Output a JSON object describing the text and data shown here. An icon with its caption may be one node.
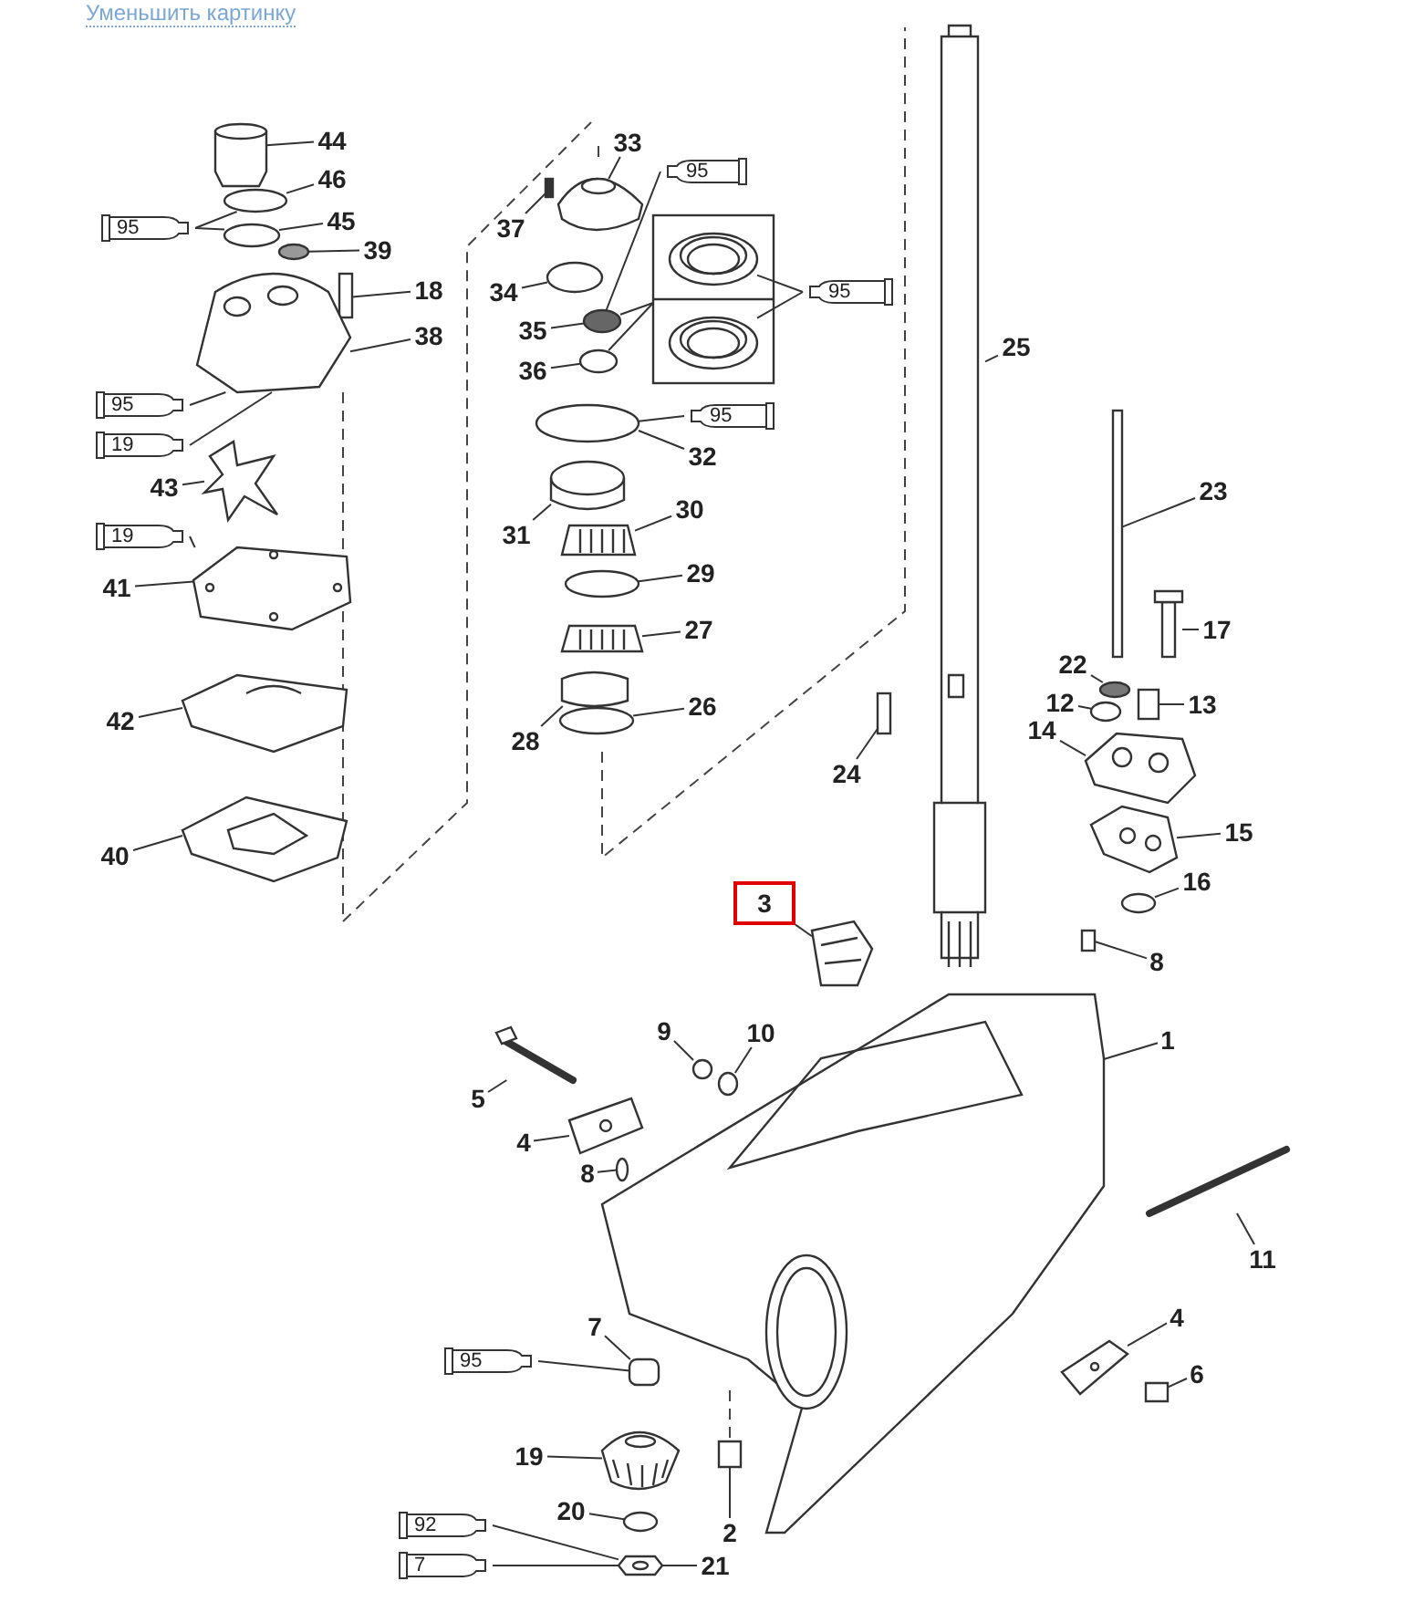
{
  "diagram": {
    "nodes": [
      {
        "text": [
          "44"
        ]
      },
      {
        "text": [
          "46"
        ]
      },
      {
        "text": [
          "45"
        ]
      },
      {
        "text": [
          "39"
        ]
      },
      {
        "text": [
          "18"
        ]
      },
      {
        "text": [
          "38"
        ]
      },
      {
        "text": [
          "43"
        ]
      },
      {
        "text": [
          "41"
        ]
      },
      {
        "text": [
          "42"
        ]
      },
      {
        "text": [
          "40"
        ]
      },
      {
        "text": [
          "33"
        ]
      },
      {
        "text": [
          "37"
        ]
      },
      {
        "text": [
          "34"
        ]
      },
      {
        "text": [
          "35"
        ]
      },
      {
        "text": [
          "36"
        ]
      },
      {
        "text": [
          "32"
        ]
      },
      {
        "text": [
          "31"
        ]
      },
      {
        "text": [
          "30"
        ]
      },
      {
        "text": [
          "29"
        ]
      },
      {
        "text": [
          "27"
        ]
      },
      {
        "text": [
          "28"
        ]
      },
      {
        "text": [
          "26"
        ]
      },
      {
        "text": [
          "25"
        ]
      },
      {
        "text": [
          "23"
        ]
      },
      {
        "text": [
          "17"
        ]
      },
      {
        "text": [
          "22"
        ]
      },
      {
        "text": [
          "12"
        ]
      },
      {
        "text": [
          "13"
        ]
      },
      {
        "text": [
          "14"
        ]
      },
      {
        "text": [
          "15"
        ]
      },
      {
        "text": [
          "16"
        ]
      },
      {
        "text": [
          "24"
        ]
      },
      {
        "text": [
          "3"
        ]
      },
      {
        "text": [
          "8"
        ]
      },
      {
        "text": [
          "1"
        ]
      },
      {
        "text": [
          "5"
        ]
      },
      {
        "text": [
          "9"
        ]
      },
      {
        "text": [
          "10"
        ]
      },
      {
        "text": [
          "4"
        ]
      },
      {
        "text": [
          "8"
        ]
      },
      {
        "text": [
          "11"
        ]
      },
      {
        "text": [
          "7"
        ]
      },
      {
        "text": [
          "4"
        ]
      },
      {
        "text": [
          "6"
        ]
      },
      {
        "text": [
          "19"
        ]
      },
      {
        "text": [
          "2"
        ]
      },
      {
        "text": [
          "20"
        ]
      },
      {
        "text": [
          "21"
        ]
      },
      {
        "text": [
          "95"
        ]
      },
      {
        "text": [
          "95"
        ]
      },
      {
        "text": [
          "95"
        ]
      },
      {
        "text": [
          "95"
        ]
      },
      {
        "text": [
          "95"
        ]
      },
      {
        "text": [
          "19"
        ]
      },
      {
        "text": [
          "19"
        ]
      },
      {
        "text": [
          "95"
        ]
      },
      {
        "text": [
          "92"
        ]
      },
      {
        "text": [
          "7"
        ]
      },
      {
        "text": [],
        "shape": "cylinder"
      },
      {
        "text": [],
        "shape": "circle"
      },
      {
        "text": [],
        "shape": "circle"
      },
      {
        "text": [],
        "shape": "circle"
      },
      {
        "text": [],
        "shape": "box"
      },
      {
        "text": [],
        "shape": "picture"
      },
      {
        "text": [],
        "shape": "picture"
      },
      {
        "text": [],
        "shape": "picture"
      },
      {
        "text": [],
        "shape": "picture"
      },
      {
        "text": [],
        "shape": "picture"
      },
      {
        "text": [],
        "shape": "picture"
      },
      {
        "text": [],
        "shape": "box"
      },
      {
        "text": [],
        "shape": "circle"
      },
      {
        "text": [],
        "shape": "circle"
      },
      {
        "text": [],
        "shape": "circle"
      },
      {
        "text": [],
        "shape": "circle"
      },
      {
        "text": [],
        "shape": "cylinder"
      },
      {
        "text": [],
        "shape": "picture"
      },
      {
        "text": [],
        "shape": "circle"
      },
      {
        "text": [],
        "shape": "picture"
      },
      {
        "text": [],
        "shape": "cylinder"
      },
      {
        "text": [],
        "shape": "circle"
      },
      {
        "text": [],
        "shape": "picture"
      },
      {
        "text": [],
        "shape": "bar"
      },
      {
        "text": [],
        "shape": "picture"
      },
      {
        "text": [],
        "shape": "circle"
      },
      {
        "text": [],
        "shape": "circle"
      },
      {
        "text": [],
        "shape": "box"
      },
      {
        "text": [],
        "shape": "picture"
      },
      {
        "text": [],
        "shape": "picture"
      },
      {
        "text": [],
        "shape": "circle"
      },
      {
        "text": [],
        "shape": "box"
      },
      {
        "text": [],
        "shape": "picture"
      },
      {
        "text": [],
        "shape": "box"
      },
      {
        "text": [],
        "shape": "picture"
      },
      {
        "text": [],
        "shape": "picture"
      },
      {
        "text": [],
        "shape": "circle"
      },
      {
        "text": [],
        "shape": "circle"
      },
      {
        "text": [],
        "shape": "picture"
      },
      {
        "text": [],
        "shape": "circle"
      },
      {
        "text": [],
        "shape": "bar"
      },
      {
        "text": [],
        "shape": "box"
      },
      {
        "text": [],
        "shape": "picture"
      },
      {
        "text": [],
        "shape": "box"
      },
      {
        "text": [],
        "shape": "picture"
      },
      {
        "text": [],
        "shape": "box"
      },
      {
        "text": [],
        "shape": "circle"
      },
      {
        "text": [],
        "shape": "picture"
      },
      {
        "text": [],
        "shape": "box"
      },
      {
        "text": [],
        "shape": "picture",
        "in": 106
      },
      {
        "text": [],
        "shape": "picture",
        "in": 106
      }
    ],
    "edges": [
      {
        "from": 0,
        "to": 58,
        "arrow": "none"
      },
      {
        "from": 1,
        "to": 59,
        "arrow": "none"
      },
      {
        "from": 2,
        "to": 60,
        "arrow": "none"
      },
      {
        "from": 3,
        "to": 61,
        "arrow": "none"
      },
      {
        "from": 4,
        "to": 62,
        "arrow": "none"
      },
      {
        "from": 5,
        "to": 63,
        "arrow": "none"
      },
      {
        "from": 6,
        "to": 64,
        "arrow": "none"
      },
      {
        "from": 7,
        "to": 65,
        "arrow": "none"
      },
      {
        "from": 8,
        "to": 66,
        "arrow": "none"
      },
      {
        "from": 9,
        "to": 67,
        "arrow": "none"
      },
      {
        "from": 10,
        "to": 68,
        "arrow": "none"
      },
      {
        "from": 11,
        "to": 69,
        "arrow": "none"
      },
      {
        "from": 12,
        "to": 70,
        "arrow": "none"
      },
      {
        "from": 13,
        "to": 71,
        "arrow": "none"
      },
      {
        "from": 14,
        "to": 72,
        "arrow": "none"
      },
      {
        "from": 15,
        "to": 73,
        "arrow": "none"
      },
      {
        "from": 16,
        "to": 74,
        "arrow": "none"
      },
      {
        "from": 17,
        "to": 75,
        "arrow": "none"
      },
      {
        "from": 18,
        "to": 76,
        "arrow": "none"
      },
      {
        "from": 19,
        "to": 77,
        "arrow": "none"
      },
      {
        "from": 20,
        "to": 78,
        "arrow": "none"
      },
      {
        "from": 21,
        "to": 79,
        "arrow": "none"
      },
      {
        "from": 22,
        "to": 80,
        "arrow": "none"
      },
      {
        "from": 23,
        "to": 81,
        "arrow": "none"
      },
      {
        "from": 24,
        "to": 82,
        "arrow": "none"
      },
      {
        "from": 25,
        "to": 83,
        "arrow": "none"
      },
      {
        "from": 26,
        "to": 84,
        "arrow": "none"
      },
      {
        "from": 27,
        "to": 85,
        "arrow": "none"
      },
      {
        "from": 28,
        "to": 86,
        "arrow": "none"
      },
      {
        "from": 29,
        "to": 87,
        "arrow": "none"
      },
      {
        "from": 30,
        "to": 88,
        "arrow": "none"
      },
      {
        "from": 31,
        "to": 89,
        "arrow": "none"
      },
      {
        "from": 32,
        "to": 90,
        "arrow": "none"
      },
      {
        "from": 33,
        "to": 91,
        "arrow": "none"
      },
      {
        "from": 34,
        "to": 92,
        "arrow": "none"
      },
      {
        "from": 35,
        "to": 93,
        "arrow": "none"
      },
      {
        "from": 36,
        "to": 94,
        "arrow": "none"
      },
      {
        "from": 37,
        "to": 95,
        "arrow": "none"
      },
      {
        "from": 38,
        "to": 96,
        "arrow": "none"
      },
      {
        "from": 39,
        "to": 97,
        "arrow": "none"
      },
      {
        "from": 40,
        "to": 98,
        "arrow": "none"
      },
      {
        "from": 41,
        "to": 99,
        "arrow": "none"
      },
      {
        "from": 42,
        "to": 100,
        "arrow": "none"
      },
      {
        "from": 43,
        "to": 101,
        "arrow": "none"
      },
      {
        "from": 44,
        "to": 102,
        "arrow": "none"
      },
      {
        "from": 45,
        "to": 103,
        "arrow": "none"
      },
      {
        "from": 46,
        "to": 104,
        "arrow": "none"
      },
      {
        "from": 47,
        "to": 105,
        "arrow": "none"
      },
      {
        "from": 48,
        "to": 59,
        "arrow": "none"
      },
      {
        "from": 48,
        "to": 60,
        "arrow": "none"
      },
      {
        "from": 49,
        "to": 71,
        "arrow": "none"
      },
      {
        "from": 50,
        "to": 107,
        "arrow": "none"
      },
      {
        "from": 50,
        "to": 108,
        "arrow": "none"
      },
      {
        "from": 51,
        "to": 73,
        "arrow": "none"
      },
      {
        "from": 52,
        "to": 63,
        "arrow": "none"
      },
      {
        "from": 53,
        "to": 63,
        "arrow": "none"
      },
      {
        "from": 54,
        "to": 65,
        "arrow": "none"
      },
      {
        "from": 55,
        "to": 99,
        "arrow": "none"
      },
      {
        "from": 56,
        "to": 105,
        "arrow": "none"
      },
      {
        "from": 57,
        "to": 105,
        "arrow": "none"
      },
      {
        "from": 71,
        "to": 106,
        "arrow": "none"
      },
      {
        "from": 72,
        "to": 106,
        "arrow": "none"
      }
    ],
    "labels": [
      "Уменьшить картинку"
    ]
  }
}
